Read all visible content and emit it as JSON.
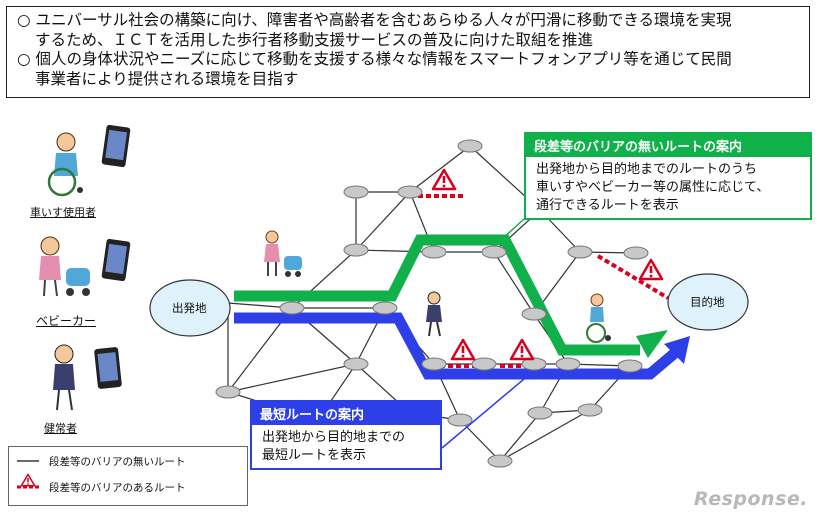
{
  "intro": {
    "line1a": "○ ユニバーサル社会の構築に向け、障害者や高齢者を含むあらゆる人々が円滑に移動できる環境を実現",
    "line1b": "するため、ＩＣＴを活用した歩行者移動支援サービスの普及に向けた取組を推進",
    "line2a": "○ 個人の身体状況やニーズに応じて移動を支援する様々な情報をスマートフォンアプリ等を通じて民間",
    "line2b": "事業者により提供される環境を目指す"
  },
  "users": {
    "wheelchair": "車いす使用者",
    "stroller": "ベビーカー",
    "able": "健常者"
  },
  "nodes": {
    "start": "出発地",
    "goal": "目的地"
  },
  "green_callout": {
    "title": "段差等のバリアの無いルートの案内",
    "line1": "出発地から目的地までのルートのうち",
    "line2": "車いすやベビーカー等の属性に応じて、",
    "line3": "通行できるルートを表示"
  },
  "blue_callout": {
    "title": "最短ルートの案内",
    "line1": "出発地から目的地までの",
    "line2": "最短ルートを表示"
  },
  "legend": {
    "no_barrier": "段差等のバリアの無いルート",
    "barrier": "段差等のバリアのあるルート"
  },
  "brand": "Response.",
  "colors": {
    "green_route": "#10b04a",
    "blue_route": "#2f3fe8",
    "barrier_red": "#d7001e",
    "node_gray": "#c8c8c8",
    "start_bubble": "#dff2fb"
  }
}
